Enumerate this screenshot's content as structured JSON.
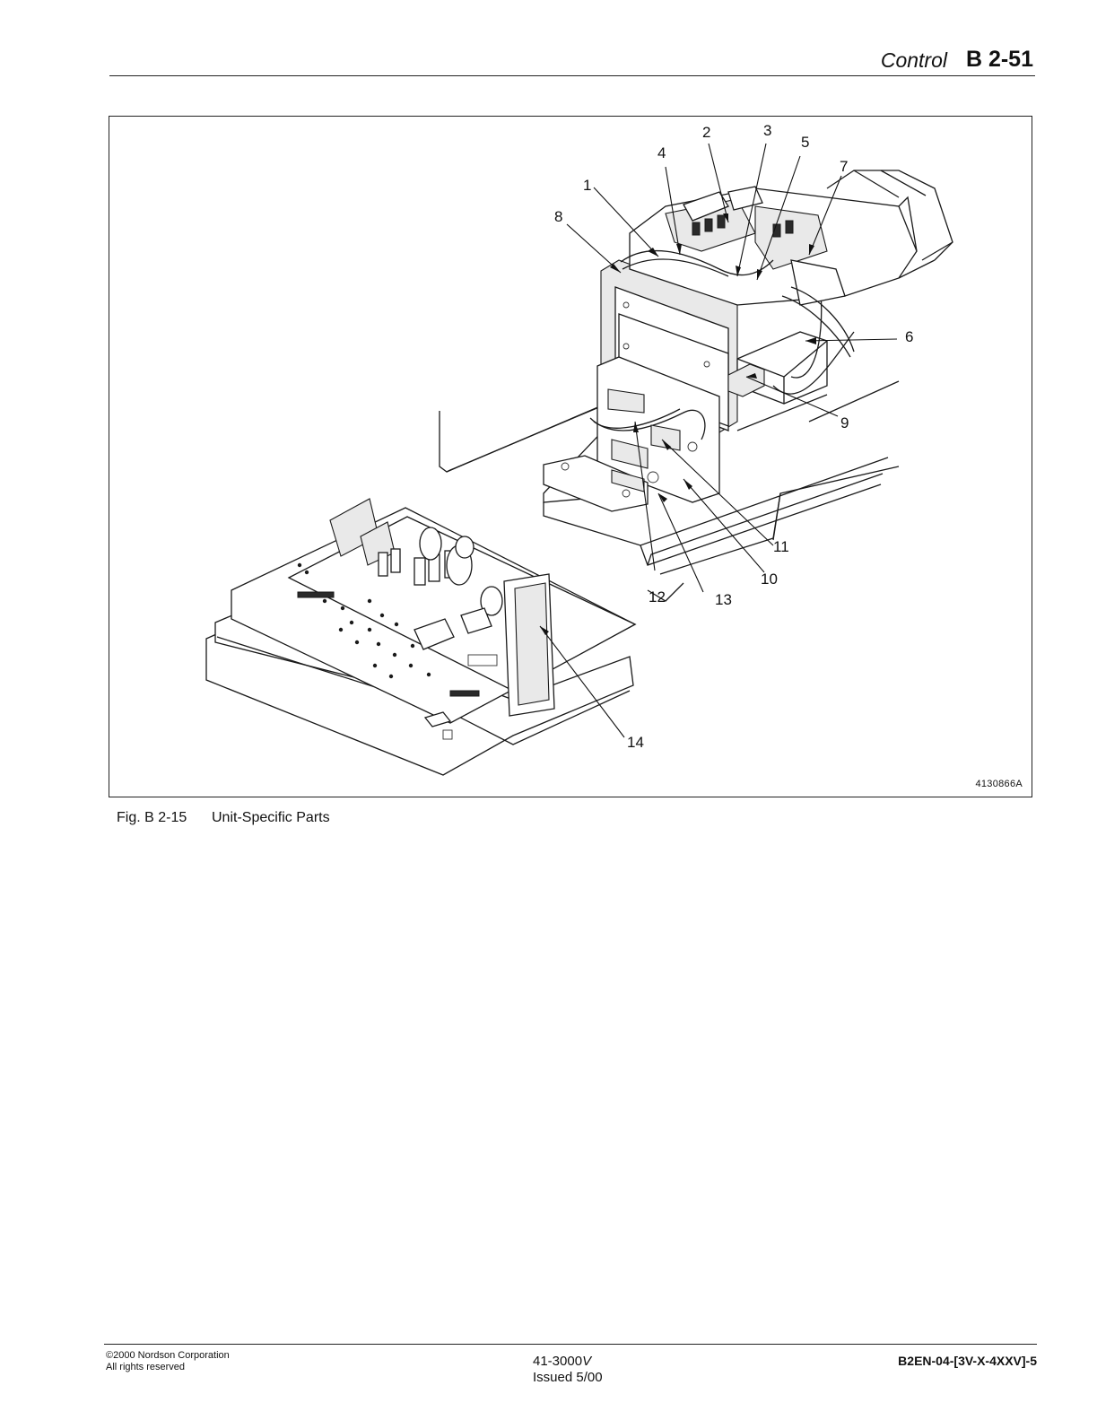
{
  "header": {
    "section": "Control",
    "page_number": "B 2-51"
  },
  "figure": {
    "id": "4130866A",
    "callouts": [
      "1",
      "2",
      "3",
      "4",
      "5",
      "6",
      "7",
      "8",
      "9",
      "10",
      "11",
      "12",
      "13",
      "14"
    ]
  },
  "caption": {
    "label": "Fig. B 2-15",
    "title": "Unit-Specific Parts"
  },
  "footer": {
    "copyright": "©2000 Nordson Corporation",
    "rights": "All rights reserved",
    "doc_number": "41-3000",
    "doc_version": "V",
    "issued": "Issued 5/00",
    "doc_code": "B2EN-04-[3V-X-4XXV]-5"
  }
}
